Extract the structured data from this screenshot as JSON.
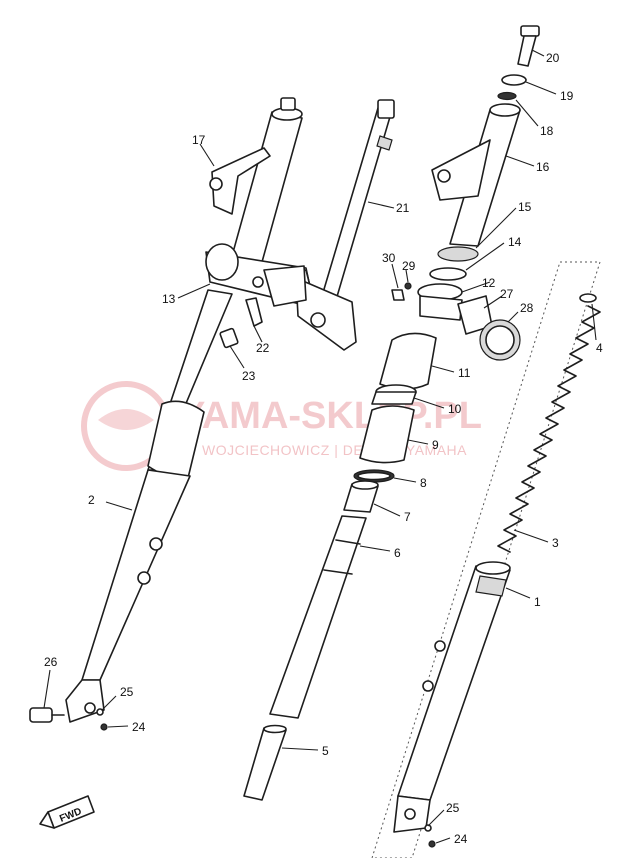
{
  "diagram": {
    "callouts": [
      {
        "id": "n1",
        "text": "1"
      },
      {
        "id": "n2",
        "text": "2"
      },
      {
        "id": "n3",
        "text": "3"
      },
      {
        "id": "n4",
        "text": "4"
      },
      {
        "id": "n5",
        "text": "5"
      },
      {
        "id": "n6",
        "text": "6"
      },
      {
        "id": "n7",
        "text": "7"
      },
      {
        "id": "n8",
        "text": "8"
      },
      {
        "id": "n9",
        "text": "9"
      },
      {
        "id": "n10",
        "text": "10"
      },
      {
        "id": "n11",
        "text": "11"
      },
      {
        "id": "n12",
        "text": "12"
      },
      {
        "id": "n13",
        "text": "13"
      },
      {
        "id": "n14",
        "text": "14"
      },
      {
        "id": "n15",
        "text": "15"
      },
      {
        "id": "n16",
        "text": "16"
      },
      {
        "id": "n17",
        "text": "17"
      },
      {
        "id": "n18",
        "text": "18"
      },
      {
        "id": "n19",
        "text": "19"
      },
      {
        "id": "n20",
        "text": "20"
      },
      {
        "id": "n21",
        "text": "21"
      },
      {
        "id": "n22",
        "text": "22"
      },
      {
        "id": "n23",
        "text": "23"
      },
      {
        "id": "n24",
        "text": "24"
      },
      {
        "id": "n24b",
        "text": "24"
      },
      {
        "id": "n25",
        "text": "25"
      },
      {
        "id": "n25b",
        "text": "25"
      },
      {
        "id": "n26",
        "text": "26"
      },
      {
        "id": "n27",
        "text": "27"
      },
      {
        "id": "n28",
        "text": "28"
      },
      {
        "id": "n29",
        "text": "29"
      },
      {
        "id": "n30",
        "text": "30"
      }
    ],
    "fwd_label": "FWD"
  },
  "watermark": {
    "title": "YAMA-SKLEP.PL",
    "subtitle": "WOJCIECHOWICZ | DEALER YAMAHA",
    "color": "#f0b9bd"
  }
}
